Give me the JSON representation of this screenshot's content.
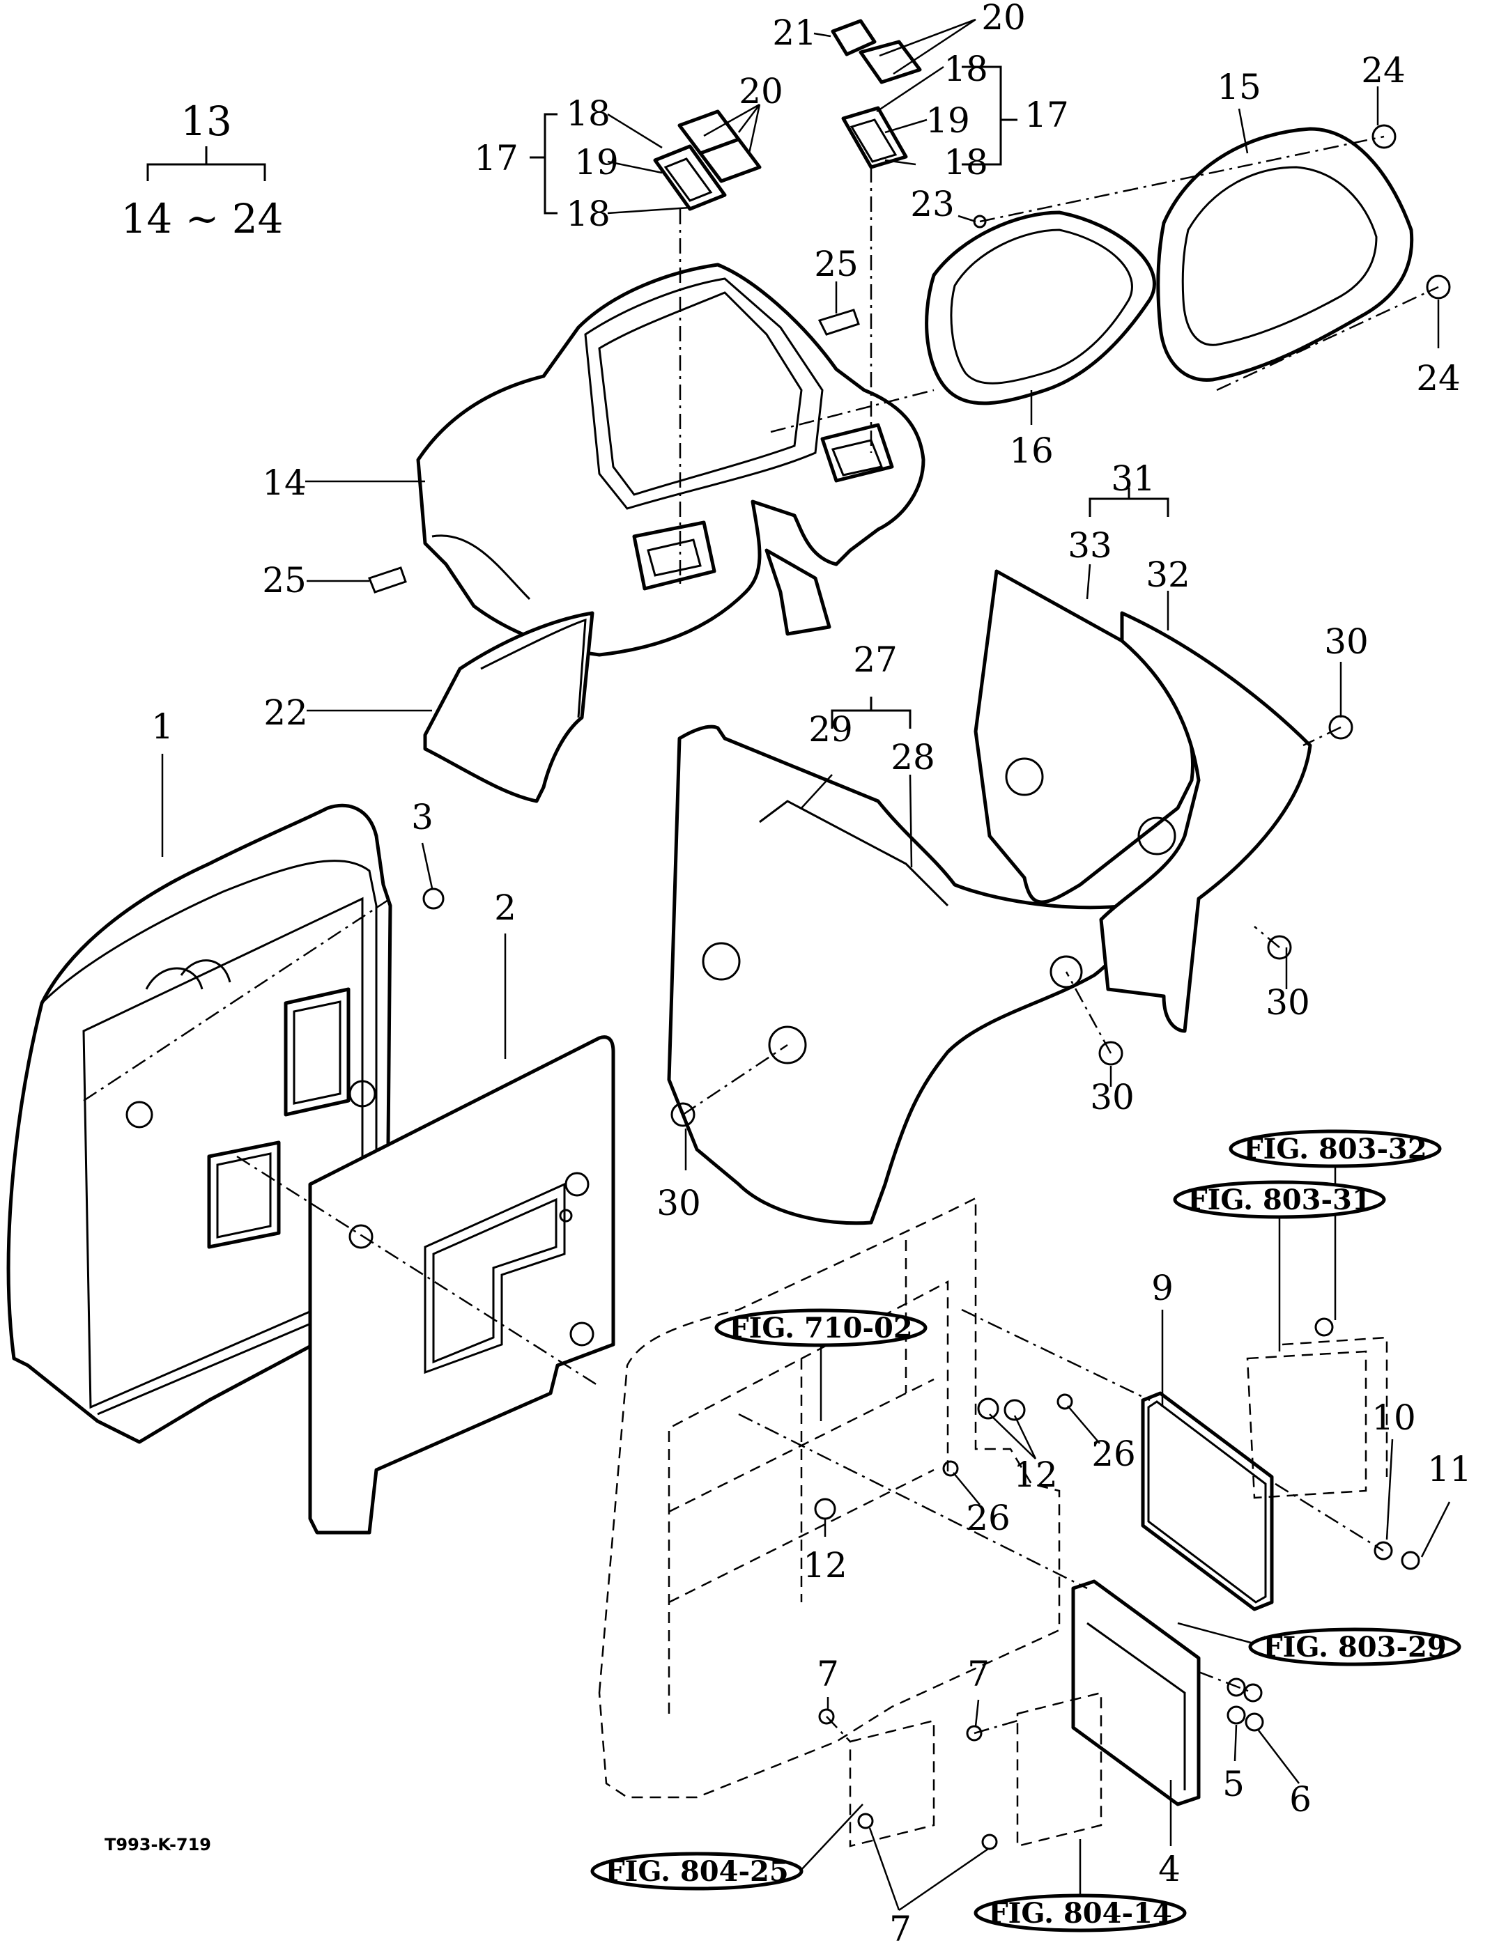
{
  "group": {
    "assembly": "13",
    "range": "14 ~ 24"
  },
  "part_numbers": {
    "p1": "1",
    "p2": "2",
    "p3": "3",
    "p4": "4",
    "p5": "5",
    "p6": "6",
    "p7a": "7",
    "p7b": "7",
    "p7c": "7",
    "p9": "9",
    "p10": "10",
    "p11": "11",
    "p12a": "12",
    "p12b": "12",
    "p14": "14",
    "p15": "15",
    "p16": "16",
    "p17a": "17",
    "p17b": "17",
    "p18a": "18",
    "p18b": "18",
    "p18c": "18",
    "p18d": "18",
    "p19a": "19",
    "p19b": "19",
    "p20a": "20",
    "p20b": "20",
    "p21": "21",
    "p22": "22",
    "p23": "23",
    "p24a": "24",
    "p24b": "24",
    "p25a": "25",
    "p25b": "25",
    "p26a": "26",
    "p26b": "26",
    "p27": "27",
    "p28": "28",
    "p29": "29",
    "p30a": "30",
    "p30b": "30",
    "p30c": "30",
    "p30d": "30",
    "p31": "31",
    "p32": "32",
    "p33": "33"
  },
  "figure_refs": {
    "fig_803_32": "FIG. 803-32",
    "fig_803_31": "FIG. 803-31",
    "fig_710_02": "FIG. 710-02",
    "fig_803_29": "FIG. 803-29",
    "fig_804_25": "FIG. 804-25",
    "fig_804_14": "FIG. 804-14"
  },
  "drawing_code": "T993-K-719"
}
